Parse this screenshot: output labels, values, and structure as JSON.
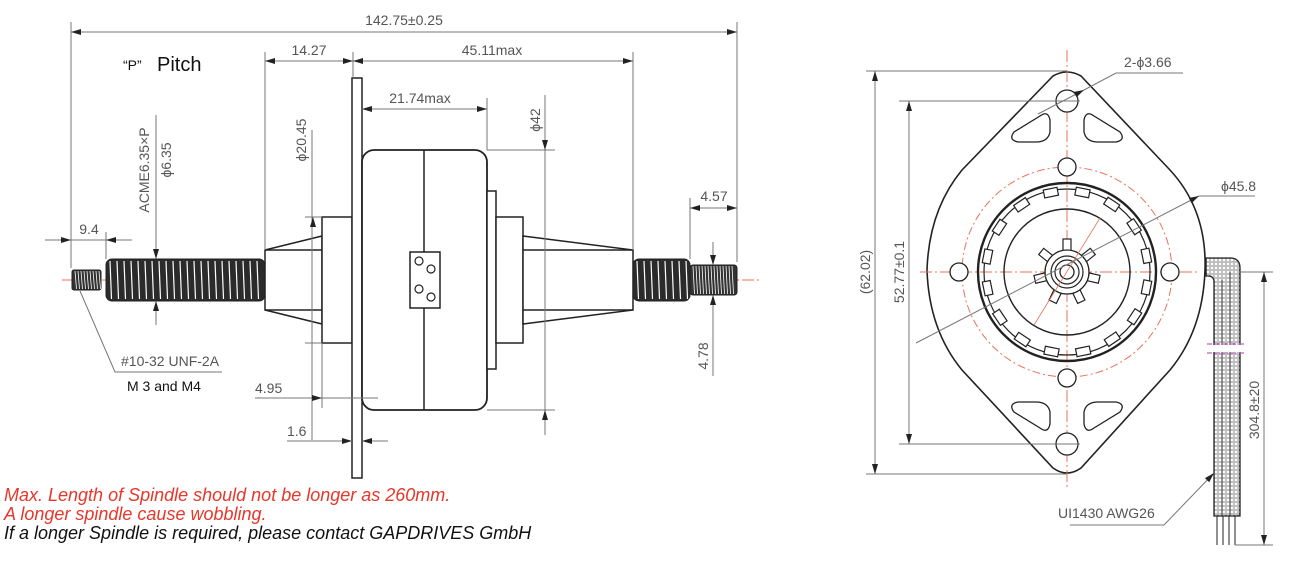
{
  "side_view": {
    "overall_length": "142.75±0.25",
    "flange_to_end_left": "14.27",
    "motor_length": "45.11max",
    "body_length": "21.74max",
    "body_diameter": "ϕ42",
    "boss_diameter": "ϕ20.45",
    "thread_spec": "ACME6.35×P",
    "thread_diameter": "ϕ6.35",
    "pitch_symbol": "“P”",
    "pitch_label": "Pitch",
    "left_tip_length": "9.4",
    "right_tip_length": "4.57",
    "right_tip_diameter": "4.78",
    "tip_thread": "#10-32 UNF-2A",
    "tip_thread_alt": "M 3 and M4",
    "boss_offset": "4.95",
    "flange_thickness": "1.6"
  },
  "front_view": {
    "mount_holes": "2-ϕ3.66",
    "pilot_circle": "ϕ45.8",
    "overall_height": "(62.02)",
    "hole_spacing": "52.77±0.1",
    "lead_length": "304.8±20",
    "lead_wire": "UI1430 AWG26"
  },
  "notes": {
    "line1": "Max. Length of Spindle should not be longer as 260mm.",
    "line2": "A longer spindle cause wobbling.",
    "line3": "If a longer Spindle is required, please contact  GAPDRIVES GmbH"
  },
  "colors": {
    "line": "#222222",
    "dim_line": "#777777",
    "centerline": "#e8735a",
    "hidden_line": "#9ccf7a",
    "note_red": "#e8372a",
    "break_mark": "#c060c0"
  }
}
